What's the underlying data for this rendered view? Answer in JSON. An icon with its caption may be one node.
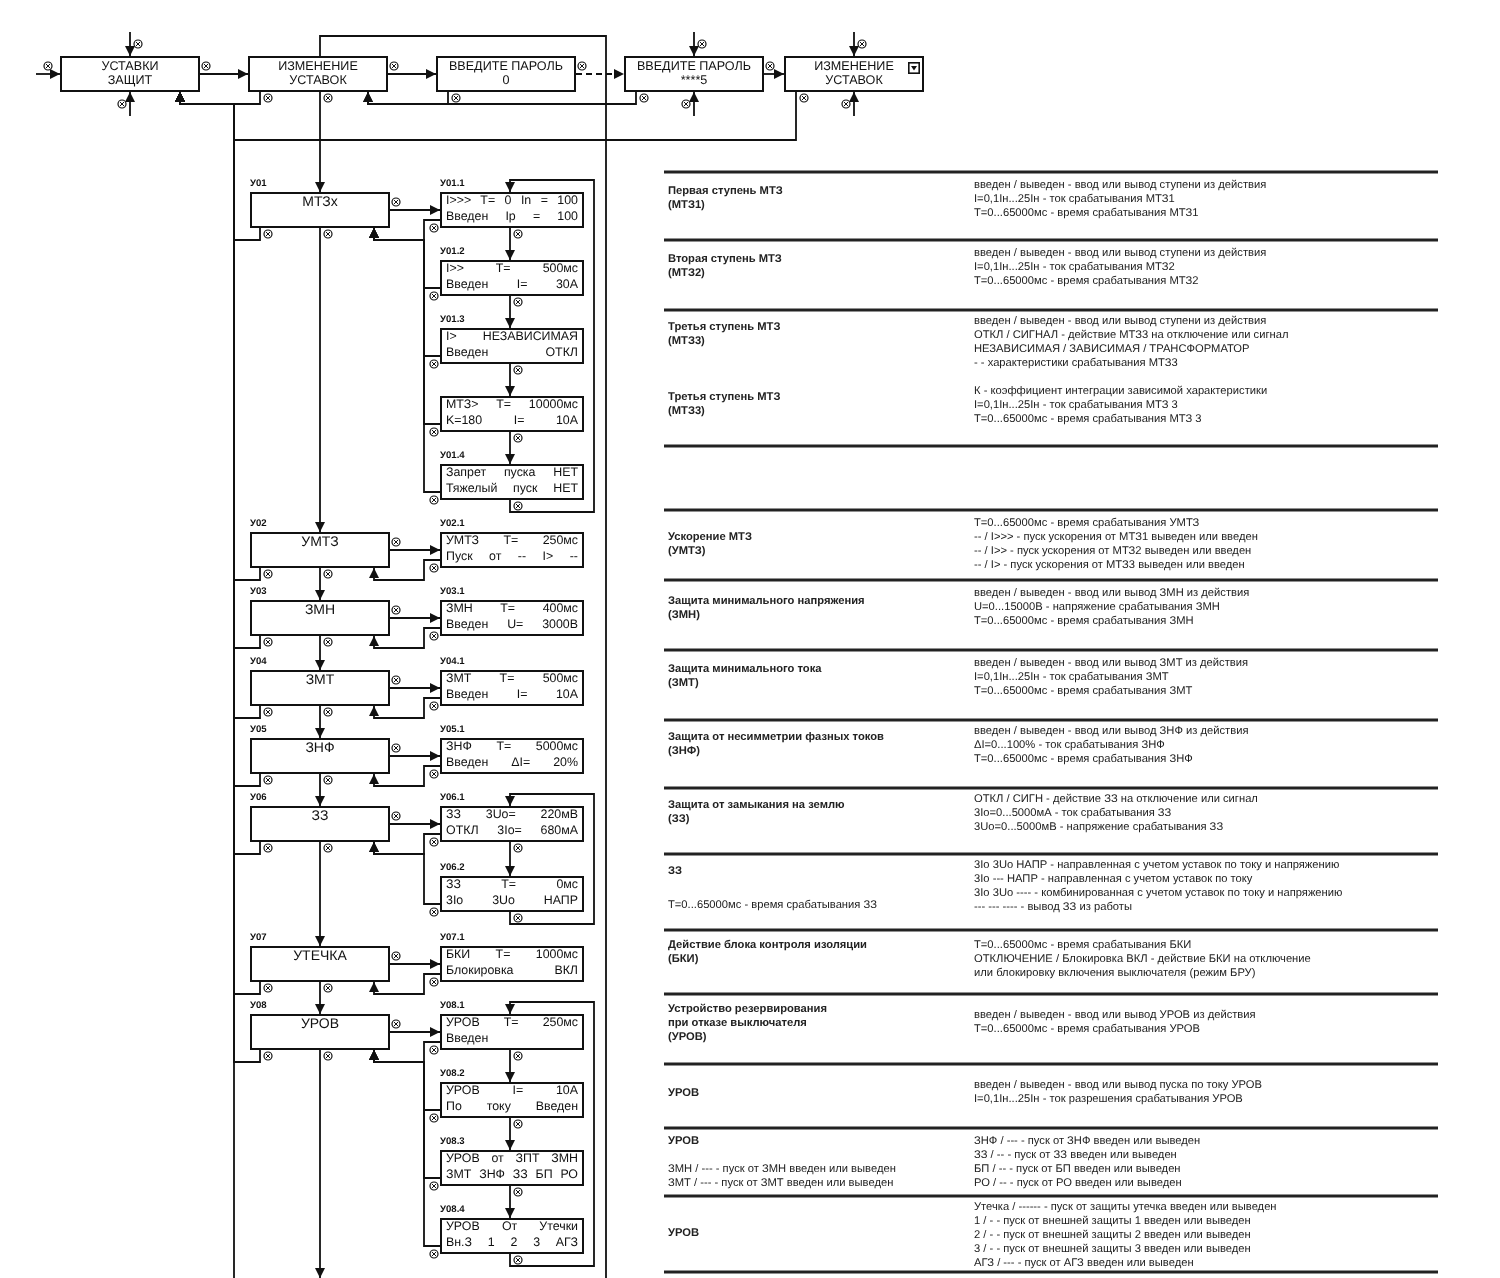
{
  "diagram": {
    "nodes": [
      {
        "text": [
          "УСТАВКИ ЗАЩИТ"
        ]
      },
      {
        "text": [
          "ИЗМЕНЕНИЕ УСТАВОК"
        ]
      },
      {
        "text": [
          "ВВЕДИТЕ ПАРОЛЬ",
          "0"
        ]
      },
      {
        "text": [
          "ВВЕДИТЕ ПАРОЛЬ",
          "****5"
        ]
      },
      {
        "text": [
          "ИЗМЕНЕНИЕ УСТАВОК"
        ]
      },
      {
        "text": [
          "МТЗх"
        ],
        "beside": [
          "У01"
        ]
      },
      {
        "text": [
          "I>>> T= 0 In = 100",
          "Введен Ip = 100"
        ],
        "beside": [
          "У01.1"
        ]
      },
      {
        "text": [
          "I>> T= 500мс",
          "Введен I= 30А"
        ],
        "beside": [
          "У01.2"
        ]
      },
      {
        "text": [
          "I> НЕЗАВИСИМАЯ",
          "Введен ОТКЛ"
        ],
        "beside": [
          "У01.3"
        ]
      },
      {
        "text": [
          "МТЗ> T= 10000мс",
          "K=180 I= 10А"
        ]
      },
      {
        "text": [
          "Запрет пуска НЕТ",
          "Тяжелый пуск НЕТ"
        ],
        "beside": [
          "У01.4"
        ]
      },
      {
        "text": [
          "УМТЗ"
        ],
        "beside": [
          "У02"
        ]
      },
      {
        "text": [
          "УМТЗ T= 250мс",
          "Пуск от -- I> --"
        ],
        "beside": [
          "У02.1"
        ]
      },
      {
        "text": [
          "ЗМН"
        ],
        "beside": [
          "У03"
        ]
      },
      {
        "text": [
          "ЗМН T= 400мс",
          "Введен U= 3000В"
        ],
        "beside": [
          "У03.1"
        ]
      },
      {
        "text": [
          "ЗМТ"
        ],
        "beside": [
          "У04"
        ]
      },
      {
        "text": [
          "ЗМТ T= 500мс",
          "Введен I= 10А"
        ],
        "beside": [
          "У04.1"
        ]
      },
      {
        "text": [
          "ЗНФ"
        ],
        "beside": [
          "У05"
        ]
      },
      {
        "text": [
          "ЗНФ T= 5000мс",
          "Введен ΔI= 20%"
        ],
        "beside": [
          "У05.1"
        ]
      },
      {
        "text": [
          "ЗЗ"
        ],
        "beside": [
          "У06"
        ]
      },
      {
        "text": [
          "ЗЗ 3Uo= 220мВ",
          "ОТКЛ 3Io= 680мА"
        ],
        "beside": [
          "У06.1"
        ]
      },
      {
        "text": [
          "ЗЗ T= 0мс",
          "3Io 3Uo НАПР"
        ],
        "beside": [
          "У06.2"
        ]
      },
      {
        "text": [
          "УТЕЧКА"
        ],
        "beside": [
          "У07"
        ]
      },
      {
        "text": [
          "БКИ T= 1000мс",
          "Блокировка ВКЛ"
        ],
        "beside": [
          "У07.1"
        ]
      },
      {
        "text": [
          "УРОВ"
        ],
        "beside": [
          "У08"
        ]
      },
      {
        "text": [
          "УРОВ T= 250мс",
          "Введен"
        ],
        "beside": [
          "У08.1"
        ]
      },
      {
        "text": [
          "УРОВ I= 10А",
          "По току Введен"
        ],
        "beside": [
          "У08.2"
        ]
      },
      {
        "text": [
          "УРОВ от ЗПТ ЗМН",
          "ЗМТ ЗНФ ЗЗ БП РО"
        ],
        "beside": [
          "У08.3"
        ]
      },
      {
        "text": [
          "УРОВ От Утечки",
          "Вн.З 1 2 3 АГЗ"
        ],
        "beside": [
          "У08.4"
        ]
      }
    ],
    "edges": [
      {
        "from": null,
        "to": 0,
        "arrow": "to"
      },
      {
        "from": null,
        "to": 0,
        "arrow": "to"
      },
      {
        "from": null,
        "to": 0,
        "arrow": "to"
      },
      {
        "from": 0,
        "to": 1,
        "arrow": "to"
      },
      {
        "from": 1,
        "to": 0,
        "arrow": "to"
      },
      {
        "from": 1,
        "to": 2,
        "arrow": "to"
      },
      {
        "from": 2,
        "to": 3,
        "arrow": "to",
        "style": "dashed"
      },
      {
        "from": 2,
        "to": 1,
        "arrow": "to"
      },
      {
        "from": 3,
        "to": 1,
        "arrow": "to"
      },
      {
        "from": null,
        "to": 3,
        "arrow": "to"
      },
      {
        "from": null,
        "to": 3,
        "arrow": "to"
      },
      {
        "from": 3,
        "to": 4,
        "arrow": "to"
      },
      {
        "from": null,
        "to": 4,
        "arrow": "to"
      },
      {
        "from": null,
        "to": 4,
        "arrow": "to"
      },
      {
        "from": 4,
        "to": 0,
        "arrow": "to"
      },
      {
        "from": 1,
        "to": null,
        "arrow": "none"
      },
      {
        "from": null,
        "to": 0,
        "arrow": "to"
      },
      {
        "from": 1,
        "to": 5,
        "arrow": "to"
      },
      {
        "from": 5,
        "to": 6,
        "arrow": "to"
      },
      {
        "from": 6,
        "to": 7,
        "arrow": "to"
      },
      {
        "from": 7,
        "to": 8,
        "arrow": "to"
      },
      {
        "from": 8,
        "to": 9,
        "arrow": "to"
      },
      {
        "from": 9,
        "to": 10,
        "arrow": "to"
      },
      {
        "from": 10,
        "to": 6,
        "arrow": "to"
      },
      {
        "from": 6,
        "to": 5,
        "arrow": "to"
      },
      {
        "from": 7,
        "to": 5,
        "arrow": "to"
      },
      {
        "from": 8,
        "to": 5,
        "arrow": "to"
      },
      {
        "from": 9,
        "to": 5,
        "arrow": "to"
      },
      {
        "from": 10,
        "to": 5,
        "arrow": "to"
      },
      {
        "from": 5,
        "to": 0,
        "arrow": "to"
      },
      {
        "from": 5,
        "to": 11,
        "arrow": "to"
      },
      {
        "from": 11,
        "to": 12,
        "arrow": "to"
      },
      {
        "from": 12,
        "to": 11,
        "arrow": "to"
      },
      {
        "from": 11,
        "to": 0,
        "arrow": "to"
      },
      {
        "from": 11,
        "to": 13,
        "arrow": "to"
      },
      {
        "from": 13,
        "to": 14,
        "arrow": "to"
      },
      {
        "from": 14,
        "to": 13,
        "arrow": "to"
      },
      {
        "from": 13,
        "to": 0,
        "arrow": "to"
      },
      {
        "from": 13,
        "to": 15,
        "arrow": "to"
      },
      {
        "from": 15,
        "to": 16,
        "arrow": "to"
      },
      {
        "from": 16,
        "to": 15,
        "arrow": "to"
      },
      {
        "from": 15,
        "to": 0,
        "arrow": "to"
      },
      {
        "from": 15,
        "to": 17,
        "arrow": "to"
      },
      {
        "from": 17,
        "to": 18,
        "arrow": "to"
      },
      {
        "from": 18,
        "to": 17,
        "arrow": "to"
      },
      {
        "from": 17,
        "to": 0,
        "arrow": "to"
      },
      {
        "from": 17,
        "to": 19,
        "arrow": "to"
      },
      {
        "from": 19,
        "to": 20,
        "arrow": "to"
      },
      {
        "from": 20,
        "to": 21,
        "arrow": "to"
      },
      {
        "from": 21,
        "to": 20,
        "arrow": "to"
      },
      {
        "from": 20,
        "to": 19,
        "arrow": "to"
      },
      {
        "from": 21,
        "to": 19,
        "arrow": "to"
      },
      {
        "from": 19,
        "to": 0,
        "arrow": "to"
      },
      {
        "from": 19,
        "to": 22,
        "arrow": "to"
      },
      {
        "from": 22,
        "to": 23,
        "arrow": "to"
      },
      {
        "from": 23,
        "to": 22,
        "arrow": "to"
      },
      {
        "from": 22,
        "to": 0,
        "arrow": "to"
      },
      {
        "from": 22,
        "to": 24,
        "arrow": "to"
      },
      {
        "from": 24,
        "to": 25,
        "arrow": "to"
      },
      {
        "from": 25,
        "to": 26,
        "arrow": "to"
      },
      {
        "from": 26,
        "to": 27,
        "arrow": "to"
      },
      {
        "from": 27,
        "to": 28,
        "arrow": "to"
      },
      {
        "from": 28,
        "to": 25,
        "arrow": "to"
      },
      {
        "from": 25,
        "to": 24,
        "arrow": "to"
      },
      {
        "from": 26,
        "to": 24,
        "arrow": "to"
      },
      {
        "from": 27,
        "to": 24,
        "arrow": "to"
      },
      {
        "from": 28,
        "to": 24,
        "arrow": "to"
      },
      {
        "from": 24,
        "to": 0,
        "arrow": "to"
      },
      {
        "from": 24,
        "to": null,
        "arrow": "to"
      }
    ],
    "labels": [
      "Первая ступень МТЗ (МТЗ1)",
      "введен / выведен - ввод или вывод ступени из действия",
      "I=0,1Iн...25Iн - ток срабатывания МТЗ1",
      "Т=0...65000мс - время срабатывания МТЗ1",
      "Вторая ступень МТЗ (МТЗ2)",
      "введен / выведен - ввод или вывод ступени из действия",
      "I=0,1Iн...25Iн - ток срабатывания МТЗ2",
      "Т=0...65000мс - время срабатывания МТЗ2",
      "Третья ступень МТЗ (МТЗ3)",
      "введен / выведен - ввод или вывод ступени из действия",
      "ОТКЛ / СИГНАЛ - действие МТЗ3 на отключение или сигнал",
      "НЕЗАВИСИМАЯ / ЗАВИСИМАЯ / ТРАНСФОРМАТОР - - характеристики срабатывания МТЗ3",
      "Третья ступень МТЗ (МТЗ3)",
      "К - коэффициент интеграции зависимой характеристики",
      "I=0,1Iн...25Iн - ток срабатывания МТЗ 3",
      "Т=0...65000мс - время срабатывания МТЗ 3",
      "Ускорение МТЗ (УМТЗ)",
      "Т=0...65000мс - время срабатывания УМТЗ",
      "-- / I>>> - пуск ускорения от МТЗ1 выведен или введен",
      "-- / I>> - пуск ускорения от МТЗ2 выведен или введен",
      "-- / I> - пуск ускорения от МТЗ3 выведен или введен",
      "Защита минимального напряжения (ЗМН)",
      "введен / выведен - ввод или вывод ЗМН из действия",
      "U=0...15000В - напряжение срабатывания ЗМН",
      "Т=0...65000мс - время срабатывания ЗМН",
      "Защита минимального тока (ЗМТ)",
      "введен / выведен - ввод или вывод ЗМТ из действия",
      "I=0,1Iн...25Iн - ток срабатывания ЗМТ",
      "Т=0...65000мс - время срабатывания ЗМТ",
      "Защита от несимметрии фазных токов (ЗНФ)",
      "введен / выведен - ввод или вывод ЗНФ из действия",
      "ΔI=0...100% - ток срабатывания ЗНФ",
      "Т=0...65000мс - время срабатывания ЗНФ",
      "Защита от замыкания на землю (ЗЗ)",
      "ОТКЛ / СИГН - действие ЗЗ на отключение или сигнал",
      "3Io=0...5000мА - ток срабатывания ЗЗ",
      "3Uo=0...5000мВ - напряжение срабатывания ЗЗ",
      "ЗЗ",
      "Т=0...65000мс - время срабатывания ЗЗ",
      "3Io 3Uo НАПР - направленная с учетом уставок по току и напряжению",
      "3Io --- НАПР - направленная с учетом уставок по току",
      "3Io 3Uo ---- - комбинированная с учетом уставок по току и напряжению",
      "--- --- ---- - вывод ЗЗ из работы",
      "Действие блока контроля изоляции (БКИ)",
      "Т=0...65000мс - время срабатывания БКИ",
      "ОТКЛЮЧЕНИЕ / Блокировка ВКЛ - действие БКИ на отключение или блокировку включения выключателя (режим БРУ)",
      "Устройство резервирования при отказе выключателя (УРОВ)",
      "введен / выведен - ввод или вывод УРОВ из действия",
      "Т=0...65000мс - время срабатывания УРОВ",
      "УРОВ",
      "введен / выведен - ввод или вывод пуска по току УРОВ",
      "I=0,1Iн...25Iн - ток разрешения срабатывания УРОВ",
      "УРОВ",
      "ЗМН / --- - пуск от ЗМН введен или выведен",
      "ЗМТ / --- - пуск от ЗМТ введен или выведен",
      "ЗНФ / --- - пуск от ЗНФ введен или выведен",
      "ЗЗ / -- - пуск от ЗЗ введен или выведен",
      "БП / -- - пуск от БП введен или выведен",
      "РО / -- - пуск от РО введен или выведен",
      "УРОВ",
      "Утечка / ------ - пуск от защиты утечка введен или выведен",
      "1 / - - пуск от внешней защиты 1 введен или выведен",
      "2 / - - пуск от внешней защиты 2 введен или выведен",
      "3 / - - пуск от внешней защиты 3 введен или выведен",
      "АГЗ / --- - пуск от АГЗ введен или выведен"
    ]
  }
}
